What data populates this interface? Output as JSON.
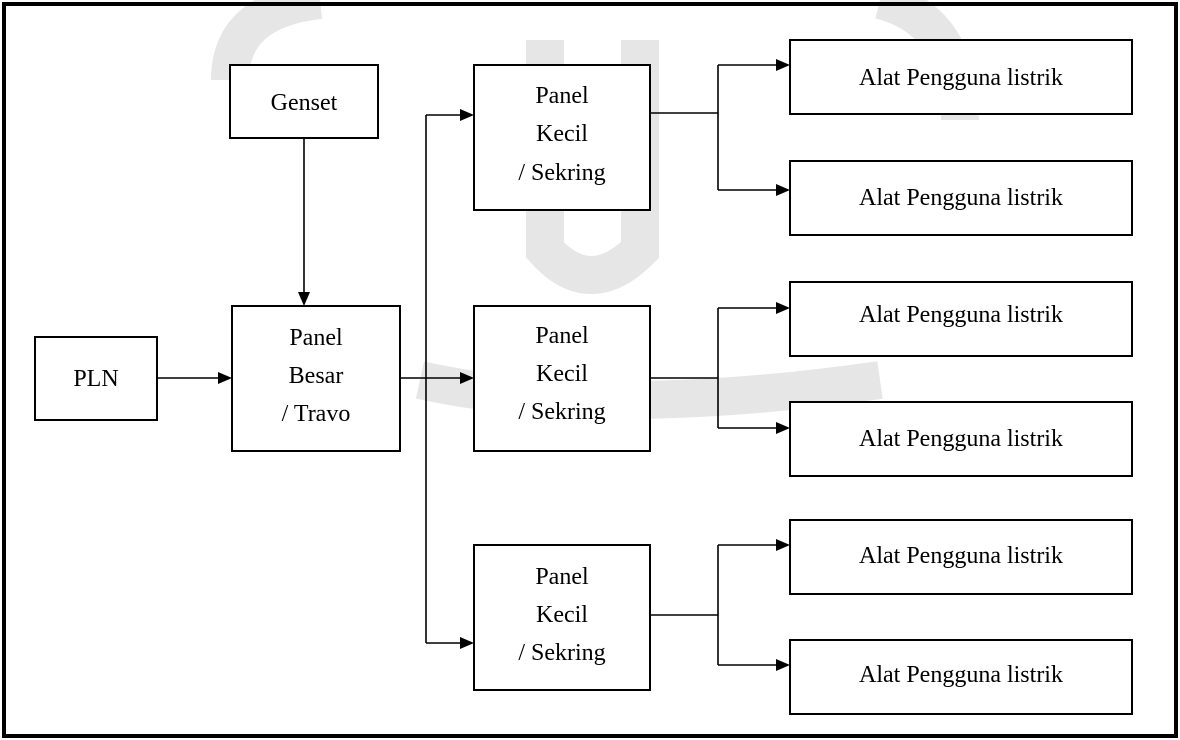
{
  "diagram": {
    "nodes": {
      "pln": {
        "label": "PLN"
      },
      "genset": {
        "label": "Genset"
      },
      "panel_besar": {
        "lines": [
          "Panel",
          "Besar",
          "/ Travo"
        ]
      },
      "panel_kecil_1": {
        "lines": [
          "Panel",
          "Kecil",
          "/ Sekring"
        ]
      },
      "panel_kecil_2": {
        "lines": [
          "Panel",
          "Kecil",
          "/ Sekring"
        ]
      },
      "panel_kecil_3": {
        "lines": [
          "Panel",
          "Kecil",
          "/ Sekring"
        ]
      },
      "alat_1": {
        "label": "Alat Pengguna listrik"
      },
      "alat_2": {
        "label": "Alat Pengguna listrik"
      },
      "alat_3": {
        "label": "Alat Pengguna listrik"
      },
      "alat_4": {
        "label": "Alat Pengguna listrik"
      },
      "alat_5": {
        "label": "Alat Pengguna listrik"
      },
      "alat_6": {
        "label": "Alat Pengguna listrik"
      }
    },
    "edges": [
      {
        "from": "PLN",
        "to": "Panel Besar / Travo"
      },
      {
        "from": "Genset",
        "to": "Panel Besar / Travo"
      },
      {
        "from": "Panel Besar / Travo",
        "to": "Panel Kecil / Sekring 1"
      },
      {
        "from": "Panel Besar / Travo",
        "to": "Panel Kecil / Sekring 2"
      },
      {
        "from": "Panel Besar / Travo",
        "to": "Panel Kecil / Sekring 3"
      },
      {
        "from": "Panel Kecil / Sekring 1",
        "to": "Alat Pengguna listrik 1"
      },
      {
        "from": "Panel Kecil / Sekring 1",
        "to": "Alat Pengguna listrik 2"
      },
      {
        "from": "Panel Kecil / Sekring 2",
        "to": "Alat Pengguna listrik 3"
      },
      {
        "from": "Panel Kecil / Sekring 2",
        "to": "Alat Pengguna listrik 4"
      },
      {
        "from": "Panel Kecil / Sekring 3",
        "to": "Alat Pengguna listrik 5"
      },
      {
        "from": "Panel Kecil / Sekring 3",
        "to": "Alat Pengguna listrik 6"
      }
    ]
  }
}
